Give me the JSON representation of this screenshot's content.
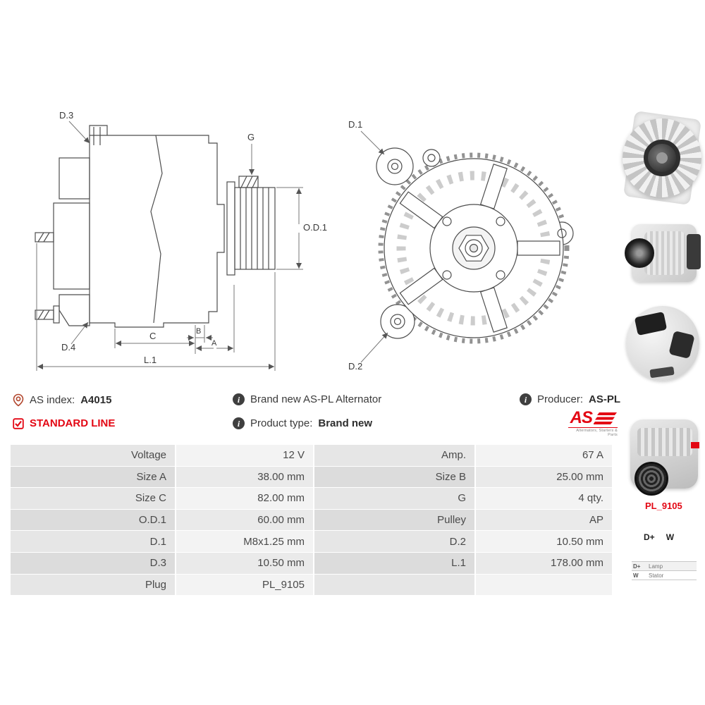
{
  "product": {
    "as_index_label": "AS index:",
    "as_index_value": "A4015",
    "description": "Brand new AS-PL Alternator",
    "producer_label": "Producer:",
    "producer_value": "AS-PL",
    "line_badge": "STANDARD LINE",
    "product_type_label": "Product type:",
    "product_type_value": "Brand new"
  },
  "logo": {
    "text": "AS",
    "caption": "Alternators, Starters & Parts"
  },
  "icons": {
    "as_index": "location-pin",
    "info": "info-circle",
    "standard_line": "checkbox-checked"
  },
  "diagram": {
    "labels": {
      "d3": "D.3",
      "d4": "D.4",
      "g": "G",
      "od1": "O.D.1",
      "c": "C",
      "b": "B",
      "a": "A",
      "l1": "L.1",
      "d1": "D.1",
      "d2": "D.2"
    }
  },
  "spec_table": {
    "rows": [
      {
        "label1": "Voltage",
        "value1": "12 V",
        "label2": "Amp.",
        "value2": "67 A"
      },
      {
        "label1": "Size A",
        "value1": "38.00 mm",
        "label2": "Size B",
        "value2": "25.00 mm"
      },
      {
        "label1": "Size C",
        "value1": "82.00 mm",
        "label2": "G",
        "value2": "4 qty."
      },
      {
        "label1": "O.D.1",
        "value1": "60.00 mm",
        "label2": "Pulley",
        "value2": "AP"
      },
      {
        "label1": "D.1",
        "value1": "M8x1.25 mm",
        "label2": "D.2",
        "value2": "10.50 mm"
      },
      {
        "label1": "D.3",
        "value1": "10.50 mm",
        "label2": "L.1",
        "value2": "178.00 mm"
      },
      {
        "label1": "Plug",
        "value1": "PL_9105",
        "label2": "",
        "value2": ""
      }
    ]
  },
  "plug": {
    "code": "PL_9105",
    "terminals": [
      "D+",
      "W"
    ],
    "pins": [
      {
        "pin": "D+",
        "desc": "Lamp"
      },
      {
        "pin": "W",
        "desc": "Stator"
      }
    ]
  },
  "colors": {
    "brand_red": "#e30613"
  }
}
